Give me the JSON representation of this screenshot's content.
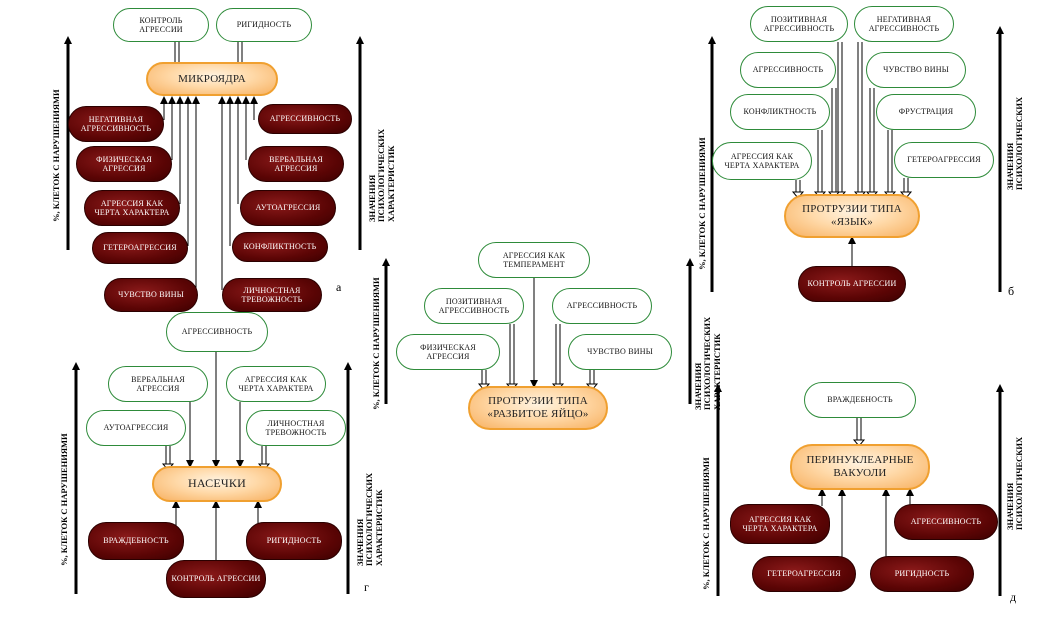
{
  "panel_a": {
    "letter": "а",
    "center": "МИКРОЯДРА",
    "top_nodes": [
      "КОНТРОЛЬ АГРЕССИИ",
      "РИГИДНОСТЬ"
    ],
    "left_nodes": [
      "НЕГАТИВНАЯ АГРЕССИВНОСТЬ",
      "ФИЗИЧЕСКАЯ АГРЕССИЯ",
      "АГРЕССИЯ КАК ЧЕРТА ХАРАКТЕРА",
      "ГЕТЕРОАГРЕССИЯ",
      "ЧУВСТВО ВИНЫ"
    ],
    "right_nodes": [
      "АГРЕССИВНОСТЬ",
      "ВЕРБАЛЬНАЯ АГРЕССИЯ",
      "АУТОАГРЕССИЯ",
      "КОНФЛИКТНОСТЬ",
      "ЛИЧНОСТНАЯ ТРЕВОЖНОСТЬ"
    ],
    "axis_left": "%, КЛЕТОК С НАРУШЕНИЯМИ",
    "axis_right": "ЗНАЧЕНИЯ ПСИХОЛОГИЧЕСКИХ ХАРАКТЕРИСТИК"
  },
  "panel_b": {
    "letter": "б",
    "center": "ПРОТРУЗИИ ТИПА «ЯЗЫК»",
    "pos_nodes": [
      "ПОЗИТИВНАЯ АГРЕССИВНОСТЬ",
      "НЕГАТИВНАЯ АГРЕССИВНОСТЬ",
      "АГРЕССИВНОСТЬ",
      "ЧУВСТВО ВИНЫ",
      "КОНФЛИКТНОСТЬ",
      "ФРУСТРАЦИЯ",
      "АГРЕССИЯ КАК ЧЕРТА ХАРАКТЕРА",
      "ГЕТЕРОАГРЕССИЯ"
    ],
    "neg_nodes": [
      "КОНТРОЛЬ АГРЕССИИ"
    ],
    "axis_left": "%, КЛЕТОК С НАРУШЕНИЯМИ",
    "axis_right": "ЗНАЧЕНИЯ ПСИХОЛОГИЧЕСКИХ"
  },
  "panel_c": {
    "center": "ПРОТРУЗИИ ТИПА «РАЗБИТОЕ ЯЙЦО»",
    "pos_nodes": [
      "АГРЕССИЯ КАК ТЕМПЕРАМЕНТ",
      "ПОЗИТИВНАЯ АГРЕССИВНОСТЬ",
      "АГРЕССИВНОСТЬ",
      "ФИЗИЧЕСКАЯ АГРЕССИЯ",
      "ЧУВСТВО ВИНЫ"
    ],
    "axis_left": "%, КЛЕТОК С НАРУШЕНИЯМИ",
    "axis_right": "ЗНАЧЕНИЯ ПСИХОЛОГИЧЕСКИХ ХАРАКТЕРИСТИК"
  },
  "panel_g": {
    "letter": "г",
    "center": "НАСЕЧКИ",
    "pos_nodes": [
      "АГРЕССИВНОСТЬ",
      "ВЕРБАЛЬНАЯ АГРЕССИЯ",
      "АГРЕССИЯ КАК ЧЕРТА ХАРАКТЕРА",
      "АУТОАГРЕССИЯ",
      "ЛИЧНОСТНАЯ ТРЕВОЖНОСТЬ"
    ],
    "neg_nodes": [
      "ВРАЖДЕБНОСТЬ",
      "РИГИДНОСТЬ",
      "КОНТРОЛЬ АГРЕССИИ"
    ],
    "axis_left": "%, КЛЕТОК С НАРУШЕНИЯМИ",
    "axis_right": "ЗНАЧЕНИЯ ПСИХОЛОГИЧЕСКИХ ХАРАКТЕРИСТИК"
  },
  "panel_d": {
    "letter": "д",
    "center": "ПЕРИНУКЛЕАРНЫЕ ВАКУОЛИ",
    "pos_nodes": [
      "ВРАЖДЕБНОСТЬ"
    ],
    "neg_nodes": [
      "АГРЕССИЯ КАК ЧЕРТА ХАРАКТЕРА",
      "АГРЕССИВНОСТЬ",
      "ГЕТЕРОАГРЕССИЯ",
      "РИГИДНОСТЬ"
    ],
    "axis_left": "%, КЛЕТОК С НАРУШЕНИЯМИ",
    "axis_right": "ЗНАЧЕНИЯ ПСИХОЛОГИЧЕСКИХ"
  },
  "colors": {
    "positive_border": "#2e8b3a",
    "negative_fill": "#5c0505",
    "center_fill": "#ffd9a8",
    "center_border": "#f0a030"
  }
}
